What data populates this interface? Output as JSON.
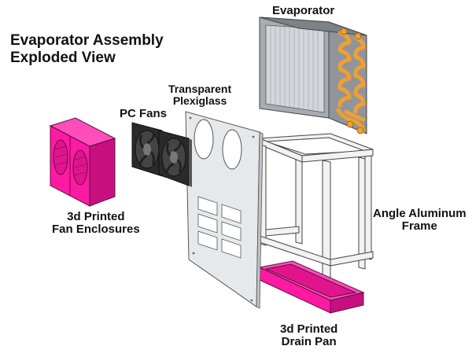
{
  "title": {
    "line1": "Evaporator Assembly",
    "line2": "Exploded View"
  },
  "labels": {
    "evaporator": "Evaporator",
    "plexiglass_line1": "Transparent",
    "plexiglass_line2": "Plexiglass",
    "pc_fans": "PC Fans",
    "fan_enclosures_line1": "3d Printed",
    "fan_enclosures_line2": "Fan Enclosures",
    "frame_line1": "Angle Aluminum",
    "frame_line2": "Frame",
    "drain_pan_line1": "3d Printed",
    "drain_pan_line2": "Drain Pan"
  },
  "colors": {
    "magenta": "#ff1aa3",
    "copper": "#f0a030",
    "plexiglass": "#e6e9ec",
    "frame": "#f2f2f2",
    "fan_body": "#2a2a2a",
    "evaporator_body": "#9aa0a6",
    "fins": "#c8cdd2"
  },
  "icons": [
    "evaporator-coil",
    "plexiglass-panel",
    "pc-fan",
    "fan-enclosure",
    "aluminum-frame",
    "drain-pan"
  ]
}
